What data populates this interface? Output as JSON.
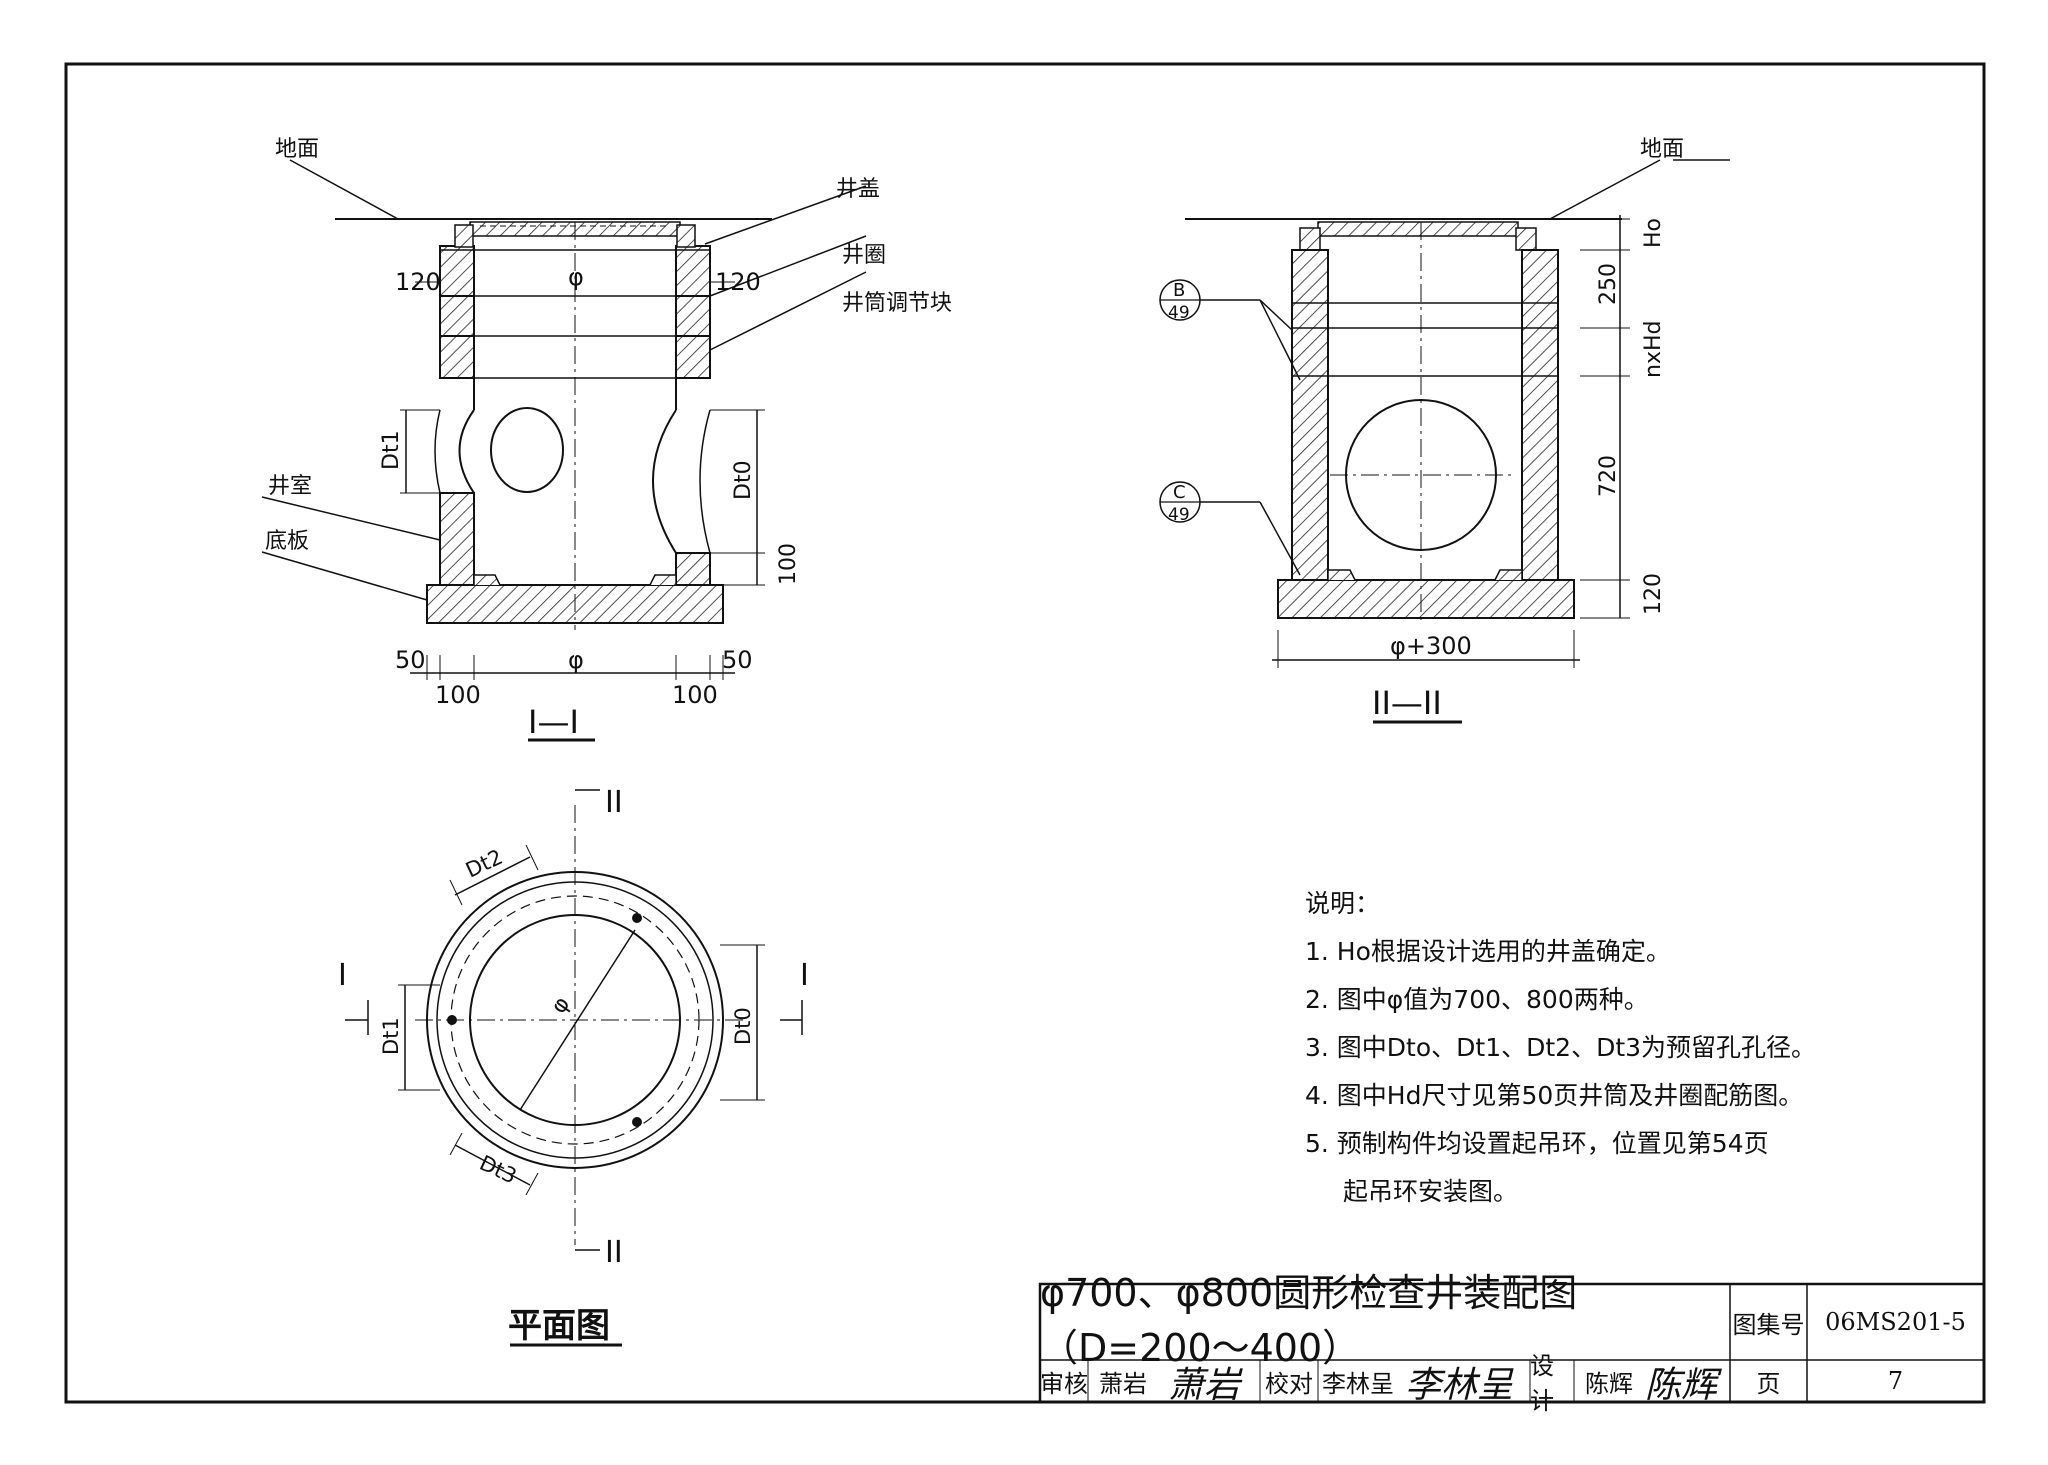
{
  "labels": {
    "ground": "地面",
    "cover": "井盖",
    "ring": "井圈",
    "adjust_block": "井筒调节块",
    "chamber": "井室",
    "base_plate": "底板"
  },
  "dims": {
    "d120": "120",
    "phi": "φ",
    "dt0": "Dt0",
    "dt1": "Dt1",
    "dt2": "Dt2",
    "dt3": "Dt3",
    "d100": "100",
    "d50": "50",
    "h0": "Ho",
    "d250": "250",
    "nxhd": "nxHd",
    "d720": "720",
    "phi_plus_300": "φ+300"
  },
  "callouts": {
    "b_top": "B",
    "b_bottom": "49",
    "c_top": "C",
    "c_bottom": "49"
  },
  "sections": {
    "sec1": "I—I",
    "sec2": "II—II",
    "plan": "平面图",
    "cut1": "I",
    "cut2": "II"
  },
  "notes": {
    "heading": "说明：",
    "items": [
      "1.  Ho根据设计选用的井盖确定。",
      "2.  图中φ值为700、800两种。",
      "3.  图中Dto、Dt1、Dt2、Dt3为预留孔孔径。",
      "4.  图中Hd尺寸见第50页井筒及井圈配筋图。",
      "5.  预制构件均设置起吊环，位置见第54页",
      "起吊环安装图。"
    ]
  },
  "title_block": {
    "title": "φ700、φ800圆形检查井装配图（D=200～400）",
    "atlas_label": "图集号",
    "atlas_no": "06MS201-5",
    "review_label": "审核",
    "reviewer": "萧岩",
    "check_label": "校对",
    "checker": "李林呈",
    "design_label": "设计",
    "designer": "陈辉",
    "page_label": "页",
    "page_no": "7"
  }
}
